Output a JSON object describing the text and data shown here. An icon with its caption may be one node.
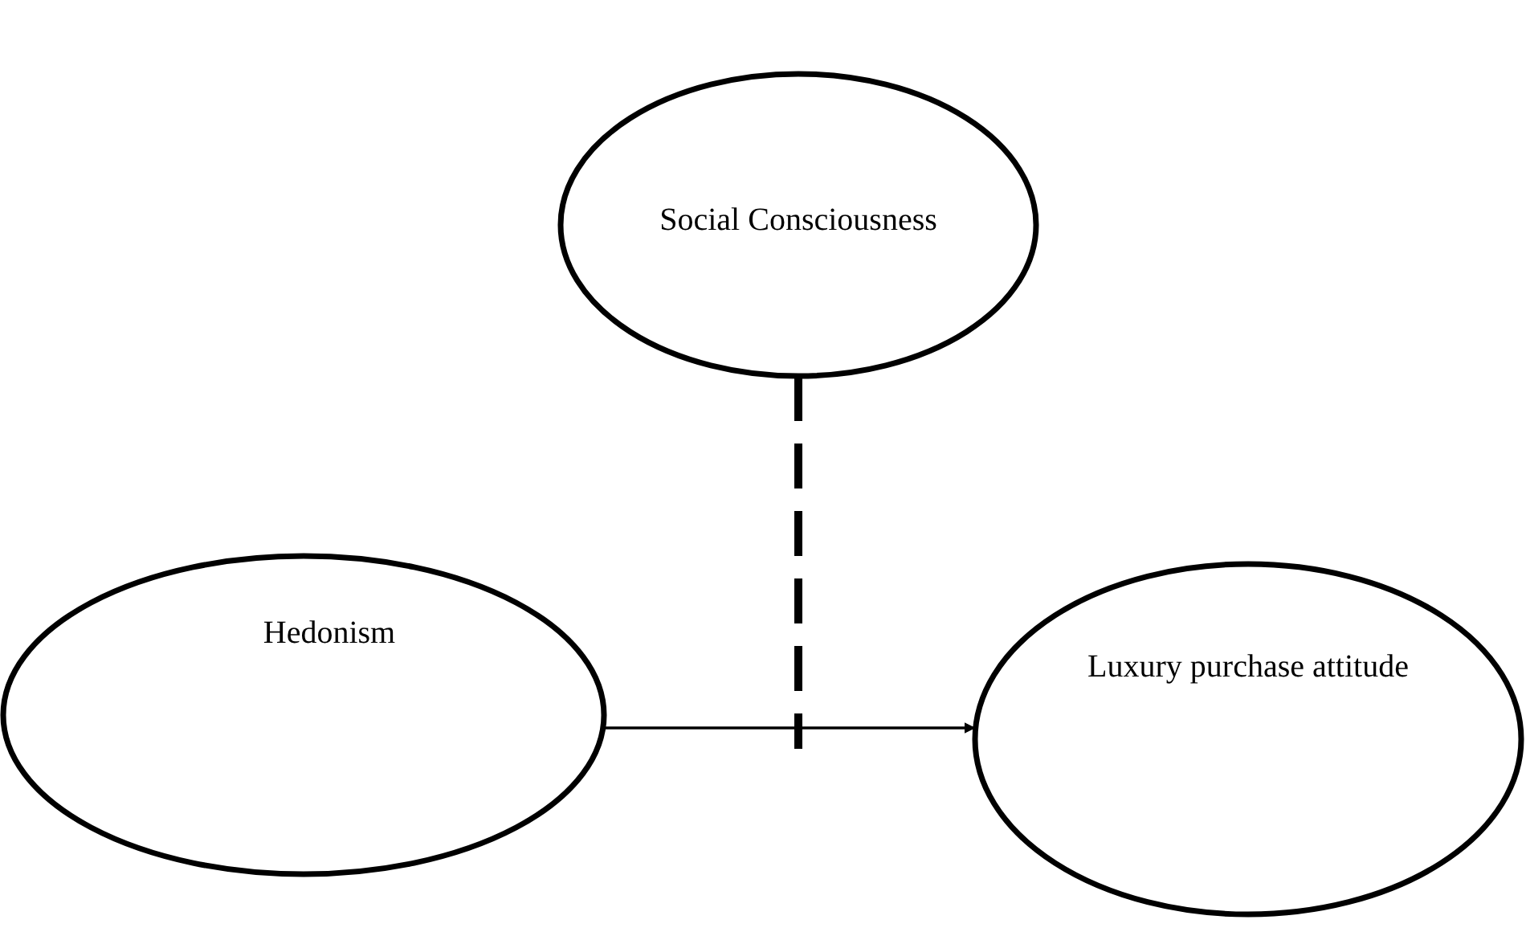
{
  "diagram": {
    "nodes": [
      {
        "text": [
          "Social Consciousness"
        ]
      },
      {
        "text": [
          "Hedonism"
        ]
      },
      {
        "text": [
          "Luxury purchase attitude"
        ]
      }
    ],
    "edges": [
      {
        "from": 0,
        "to": null,
        "arrow": "none",
        "style": "dashed"
      },
      {
        "from": 1,
        "to": 2,
        "arrow": "to"
      }
    ]
  }
}
